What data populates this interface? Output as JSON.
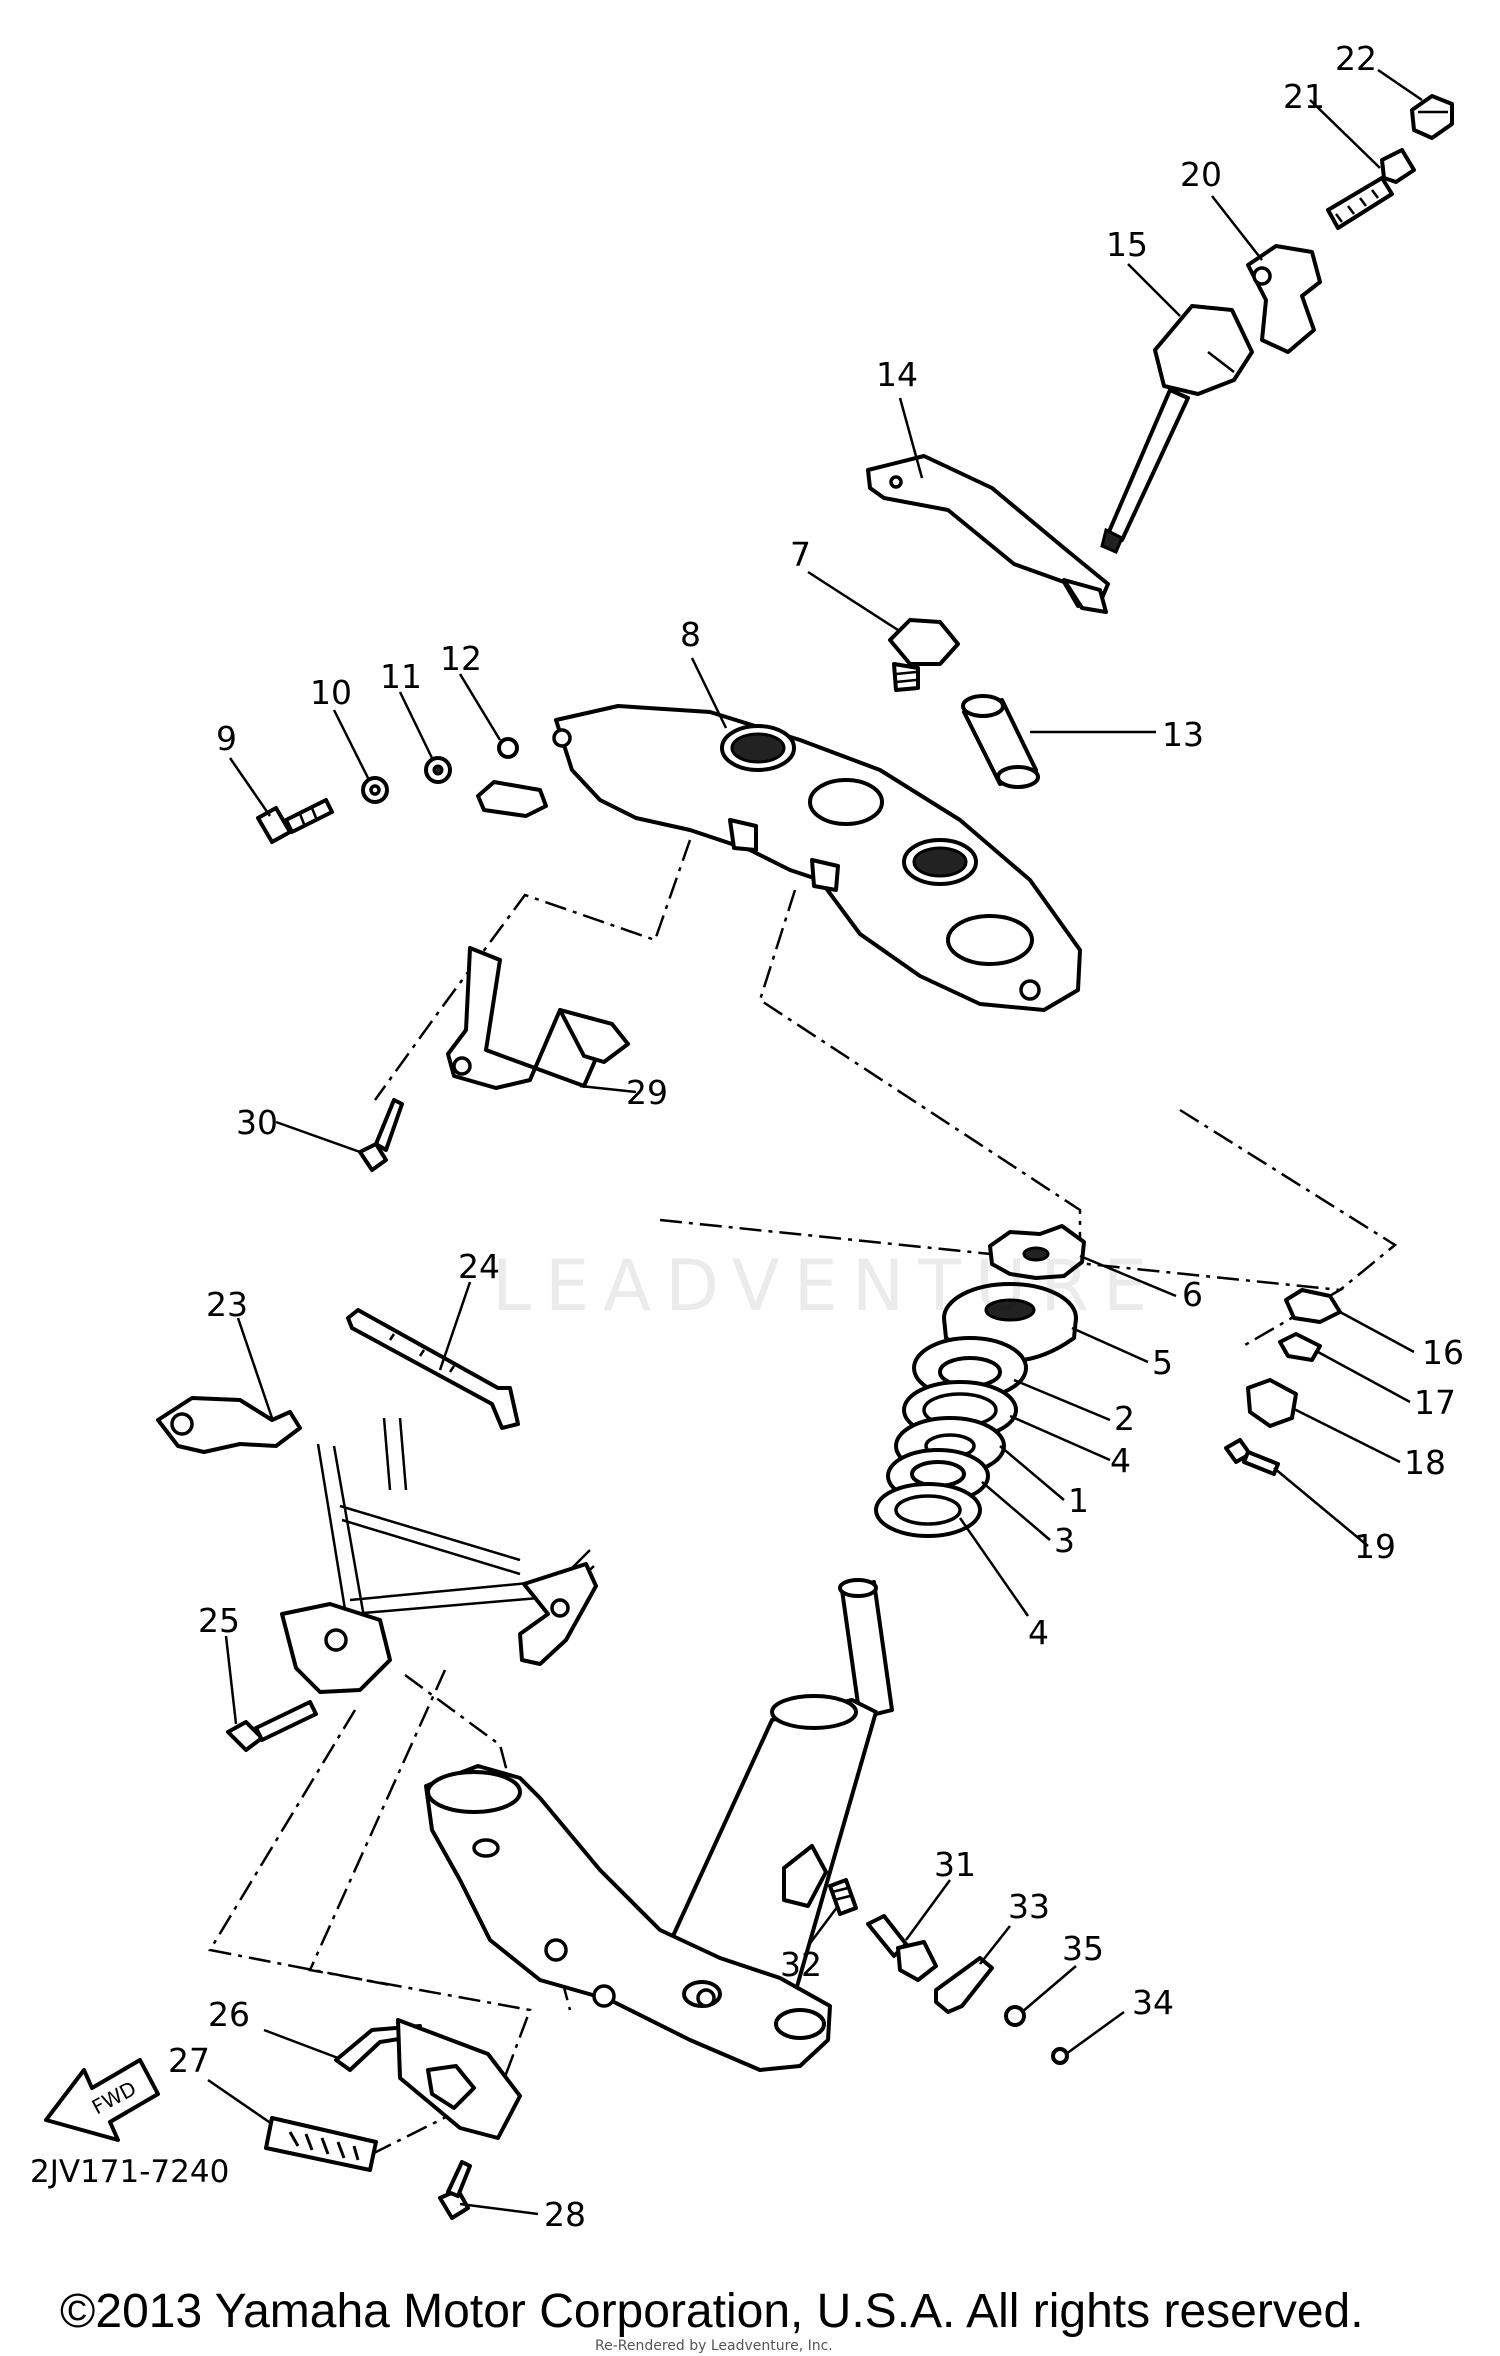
{
  "diagram": {
    "labels": [
      {
        "id": "1",
        "text": "1"
      },
      {
        "id": "2",
        "text": "2"
      },
      {
        "id": "3a",
        "text": "3"
      },
      {
        "id": "4a",
        "text": "4"
      },
      {
        "id": "4b",
        "text": "4"
      },
      {
        "id": "5",
        "text": "5"
      },
      {
        "id": "6",
        "text": "6"
      },
      {
        "id": "7",
        "text": "7"
      },
      {
        "id": "8",
        "text": "8"
      },
      {
        "id": "9",
        "text": "9"
      },
      {
        "id": "10",
        "text": "10"
      },
      {
        "id": "11",
        "text": "11"
      },
      {
        "id": "12",
        "text": "12"
      },
      {
        "id": "13",
        "text": "13"
      },
      {
        "id": "14",
        "text": "14"
      },
      {
        "id": "15",
        "text": "15"
      },
      {
        "id": "16",
        "text": "16"
      },
      {
        "id": "17",
        "text": "17"
      },
      {
        "id": "18",
        "text": "18"
      },
      {
        "id": "19",
        "text": "19"
      },
      {
        "id": "20",
        "text": "20"
      },
      {
        "id": "21",
        "text": "21"
      },
      {
        "id": "22",
        "text": "22"
      },
      {
        "id": "23",
        "text": "23"
      },
      {
        "id": "24",
        "text": "24"
      },
      {
        "id": "25",
        "text": "25"
      },
      {
        "id": "26",
        "text": "26"
      },
      {
        "id": "27",
        "text": "27"
      },
      {
        "id": "28",
        "text": "28"
      },
      {
        "id": "29",
        "text": "29"
      },
      {
        "id": "30",
        "text": "30"
      },
      {
        "id": "31",
        "text": "31"
      },
      {
        "id": "32",
        "text": "32"
      },
      {
        "id": "33",
        "text": "33"
      },
      {
        "id": "34",
        "text": "34"
      },
      {
        "id": "35",
        "text": "35"
      },
      {
        "id": "3b",
        "text": "3"
      }
    ],
    "fwd_arrow_text": "FWD",
    "reference_code": "2JV171-7240",
    "watermark_text": "LEADVENTURE",
    "copyright": "©2013 Yamaha Motor Corporation, U.S.A. All rights reserved.",
    "rebuild_note": "Re-Rendered by Leadventure, Inc."
  }
}
